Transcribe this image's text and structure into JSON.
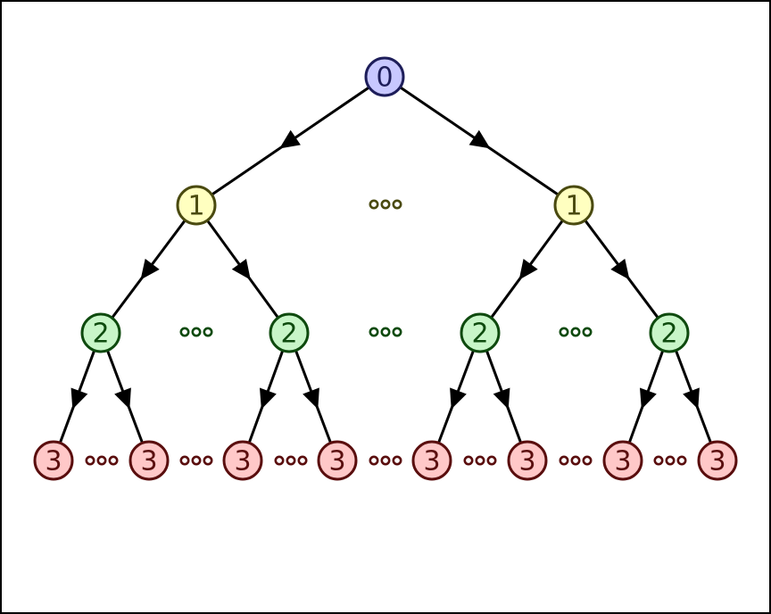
{
  "diagram": {
    "type": "tree",
    "levels": [
      {
        "label": "0",
        "fill": "#c8c8ff",
        "stroke": "#1e1e5a",
        "dots_color": "#1e1e5a"
      },
      {
        "label": "1",
        "fill": "#ffffc0",
        "stroke": "#4a4a10",
        "dots_color": "#4a4a10"
      },
      {
        "label": "2",
        "fill": "#c8f5c8",
        "stroke": "#0e4a0e",
        "dots_color": "#0e4a0e"
      },
      {
        "label": "3",
        "fill": "#ffc8c8",
        "stroke": "#5a0e0e",
        "dots_color": "#5a0e0e"
      }
    ],
    "edge_color": "#000000",
    "ellipsis_symbol": "ooo"
  }
}
